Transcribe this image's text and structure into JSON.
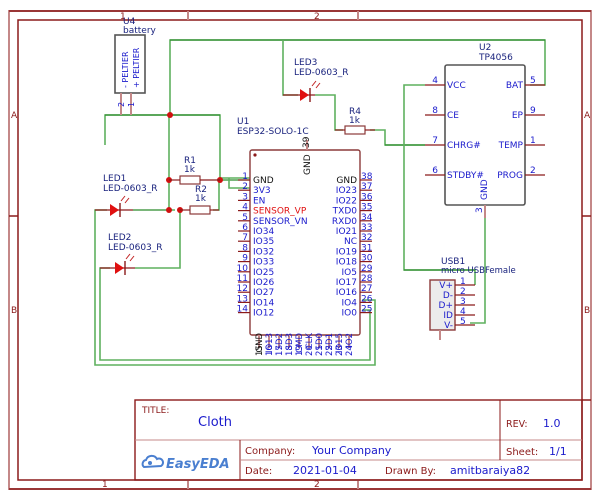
{
  "sheet": {
    "columns": [
      "1",
      "2"
    ],
    "rows": [
      "A",
      "B"
    ]
  },
  "components": {
    "u4": {
      "ref": "U4",
      "value": "battery",
      "pins": [
        {
          "num": "2",
          "name": "- PELTIER"
        },
        {
          "num": "1",
          "name": "+ PELTIER"
        }
      ]
    },
    "led3": {
      "ref": "LED3",
      "value": "LED-0603_R"
    },
    "r4": {
      "ref": "R4",
      "value": "1k"
    },
    "u1": {
      "ref": "U1",
      "value": "ESP32-SOLO-1C",
      "top_pin": {
        "num": "39",
        "name": "GND"
      },
      "left_pins": [
        {
          "num": "1",
          "name": "GND"
        },
        {
          "num": "2",
          "name": "3V3"
        },
        {
          "num": "3",
          "name": "EN"
        },
        {
          "num": "4",
          "name": "SENSOR_VP"
        },
        {
          "num": "5",
          "name": "SENSOR_VN"
        },
        {
          "num": "6",
          "name": "IO34"
        },
        {
          "num": "7",
          "name": "IO35"
        },
        {
          "num": "8",
          "name": "IO32"
        },
        {
          "num": "9",
          "name": "IO33"
        },
        {
          "num": "10",
          "name": "IO25"
        },
        {
          "num": "11",
          "name": "IO26"
        },
        {
          "num": "12",
          "name": "IO27"
        },
        {
          "num": "13",
          "name": "IO14"
        },
        {
          "num": "14",
          "name": "IO12"
        }
      ],
      "right_pins": [
        {
          "num": "38",
          "name": "GND"
        },
        {
          "num": "37",
          "name": "IO23"
        },
        {
          "num": "36",
          "name": "IO22"
        },
        {
          "num": "35",
          "name": "TXD0"
        },
        {
          "num": "34",
          "name": "RXD0"
        },
        {
          "num": "33",
          "name": "IO21"
        },
        {
          "num": "32",
          "name": "NC"
        },
        {
          "num": "31",
          "name": "IO19"
        },
        {
          "num": "30",
          "name": "IO18"
        },
        {
          "num": "29",
          "name": "IO5"
        },
        {
          "num": "28",
          "name": "IO17"
        },
        {
          "num": "27",
          "name": "IO16"
        },
        {
          "num": "26",
          "name": "IO4"
        },
        {
          "num": "25",
          "name": "IO0"
        }
      ],
      "bottom_pins": [
        {
          "num": "15",
          "name": "GND"
        },
        {
          "num": "16",
          "name": "IO13"
        },
        {
          "num": "17",
          "name": "SD2"
        },
        {
          "num": "18",
          "name": "SD3"
        },
        {
          "num": "19",
          "name": "CMD"
        },
        {
          "num": "20",
          "name": "CLK"
        },
        {
          "num": "21",
          "name": "SD0"
        },
        {
          "num": "22",
          "name": "SD1"
        },
        {
          "num": "23",
          "name": "IO15"
        },
        {
          "num": "24",
          "name": "IO2"
        }
      ]
    },
    "u2": {
      "ref": "U2",
      "value": "TP4056",
      "left_pins": [
        {
          "num": "4",
          "name": "VCC"
        },
        {
          "num": "8",
          "name": "CE"
        },
        {
          "num": "7",
          "name": "CHRG#"
        },
        {
          "num": "6",
          "name": "STDBY#"
        }
      ],
      "right_pins": [
        {
          "num": "5",
          "name": "BAT"
        },
        {
          "num": "9",
          "name": "EP"
        },
        {
          "num": "1",
          "name": "TEMP"
        },
        {
          "num": "2",
          "name": "PROG"
        }
      ],
      "bottom_pin": {
        "num": "3",
        "name": "GND"
      }
    },
    "r1": {
      "ref": "R1",
      "value": "1k"
    },
    "r2": {
      "ref": "R2",
      "value": "1k"
    },
    "led1": {
      "ref": "LED1",
      "value": "LED-0603_R"
    },
    "led2": {
      "ref": "LED2",
      "value": "LED-0603_R"
    },
    "usb1": {
      "ref": "USB1",
      "value": "micro USBFemale",
      "pins": [
        {
          "num": "1",
          "name": "V+"
        },
        {
          "num": "2",
          "name": "D-"
        },
        {
          "num": "3",
          "name": "D+"
        },
        {
          "num": "4",
          "name": "ID"
        },
        {
          "num": "5",
          "name": "V-"
        }
      ]
    }
  },
  "title_block": {
    "title_label": "TITLE:",
    "title": "Cloth",
    "rev_label": "REV:",
    "rev": "1.0",
    "company_label": "Company:",
    "company": "Your Company",
    "sheet_label": "Sheet:",
    "sheet": "1/1",
    "date_label": "Date:",
    "date": "2021-01-04",
    "drawn_by_label": "Drawn By:",
    "drawn_by": "amitbaraiya82",
    "logo": "EasyEDA",
    "logo_color": "#4a7fd0"
  }
}
